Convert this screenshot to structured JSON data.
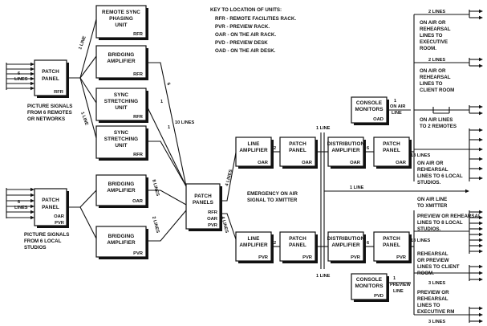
{
  "key": {
    "title": "KEY TO LOCATION OF UNITS:",
    "lines": [
      "RFR - REMOTE FACILITIES RACK.",
      "PVR - PREVIEW RACK.",
      "OAR - ON THE AIR RACK.",
      "PVD - PREVIEW DESK",
      "OAD - ON THE AIR DESK."
    ]
  },
  "units": {
    "patch_rfr": {
      "l1": "PATCH",
      "l2": "PANEL",
      "tag": "RFR"
    },
    "remote_sync": {
      "l1": "REMOTE SYNC",
      "l2": "PHASING",
      "l3": "UNIT",
      "tag": "RFR"
    },
    "bridging_rfr": {
      "l1": "BRIDGING",
      "l2": "AMPLIFIER",
      "tag": "RFR"
    },
    "sync_stretch_1": {
      "l1": "SYNC",
      "l2": "STRETCHING",
      "l3": "UNIT",
      "tag": "RFR"
    },
    "sync_stretch_2": {
      "l1": "SYNC",
      "l2": "STRETCHING",
      "l3": "UNIT",
      "tag": "RFR"
    },
    "patch_oar_pvr": {
      "l1": "PATCH",
      "l2": "PANEL",
      "tag1": "OAR",
      "tag2": "PVR"
    },
    "bridging_oar": {
      "l1": "BRIDGING",
      "l2": "AMPLIFIER",
      "tag": "OAR"
    },
    "bridging_pvr": {
      "l1": "BRIDGING",
      "l2": "AMPLIFIER",
      "tag": "PVR"
    },
    "patch_center": {
      "l1": "PATCH",
      "l2": "PANELS",
      "tag1": "RFR",
      "tag2": "OAR",
      "tag3": "PVR"
    },
    "line_amp_oar": {
      "l1": "LINE",
      "l2": "AMPLIFIER",
      "tag": "OAR"
    },
    "patch_oar_1": {
      "l1": "PATCH",
      "l2": "PANEL",
      "tag": "OAR"
    },
    "dist_amp_oar": {
      "l1": "DISTRIBUTION",
      "l2": "AMPLIFIER",
      "tag": "OAR"
    },
    "patch_oar_2": {
      "l1": "PATCH",
      "l2": "PANEL",
      "tag": "OAR"
    },
    "console_oad": {
      "l1": "CONSOLE",
      "l2": "MONITORS",
      "tag": "OAD"
    },
    "line_amp_pvr": {
      "l1": "LINE",
      "l2": "AMPLIFIER",
      "tag": "PVR"
    },
    "patch_pvr_1": {
      "l1": "PATCH",
      "l2": "PANEL",
      "tag": "PVR"
    },
    "dist_amp_pvr": {
      "l1": "DISTRIBUTION",
      "l2": "AMPLIFIER",
      "tag": "PVR"
    },
    "patch_pvr_2": {
      "l1": "PATCH",
      "l2": "PANEL",
      "tag": "PVR"
    },
    "console_pvd": {
      "l1": "CONSOLE",
      "l2": "MONITORS",
      "tag": "PVD"
    }
  },
  "labels": {
    "six_lines_top": {
      "l1": "6",
      "l2": "LINES"
    },
    "six_lines_bottom": {
      "l1": "6",
      "l2": "LINES"
    },
    "src_top": {
      "l1": "PICTURE SIGNALS",
      "l2": "FROM 6 REMOTES",
      "l3": "OR NETWORKS"
    },
    "src_bottom": {
      "l1": "PICTURE SIGNALS",
      "l2": "FROM 6 LOCAL",
      "l3": "STUDIOS"
    },
    "one_line_a": "1 LINE",
    "one_line_b": "1 LINE",
    "n6": "6",
    "n1": "1",
    "ten_lines": "10 LINES",
    "n1b": "1",
    "eight_lines": "8 LINES",
    "two_lines": "2 LINES",
    "four_lines_a": "4 LINES",
    "four_lines_b": "4 LINES",
    "n2a": "2",
    "n2b": "2",
    "n6a": "6",
    "n6b": "6",
    "one_line_top": "1 LINE",
    "one_line_bottom": "1 LINE",
    "emergency": {
      "l1": "EMERGENCY ON AIR",
      "l2": "SIGNAL TO XMITTER"
    },
    "one_line_mid": "1 LINE",
    "thirteen_a": "13 LINES",
    "thirteen_b": "13 LINES",
    "one_on_air": {
      "l1": "1",
      "l2": "ON AIR",
      "l3": "LINE"
    },
    "one_preview": {
      "l1": "1",
      "l2": "PREVIEW",
      "l3": "LINE"
    }
  },
  "outputs": {
    "exec_top": {
      "l0": "2 LINES",
      "l1": "ON AIR OR",
      "l2": "REHEARSAL",
      "l3": "LINES TO",
      "l4": "EXECUTIVE",
      "l5": "ROOM."
    },
    "client_top": {
      "l0": "2 LINES",
      "l1": "ON AIR OR",
      "l2": "REHEARSAL",
      "l3": "LINES TO",
      "l4": "CLIENT ROOM"
    },
    "remotes": {
      "l1": "ON AIR LINES",
      "l2": "TO 2 REMOTES"
    },
    "local6": {
      "l1": "ON AIR OR",
      "l2": "REHEARSAL",
      "l3": "LINES TO 6 LOCAL",
      "l4": "STUDIOS."
    },
    "xmitter": {
      "l1": "ON AIR LINE",
      "l2": "TO XMITTER"
    },
    "local8": {
      "l1": "PREVIEW OR REHEARSAL",
      "l2": "LINES TO 8 LOCAL",
      "l3": "STUDIOS."
    },
    "client_bottom": {
      "l1": "REHEARSAL",
      "l2": "OR PREVIEW",
      "l3": "LINES TO CLIENT",
      "l4": "ROOM.",
      "l5": "3 LINES"
    },
    "exec_bottom": {
      "l1": "PREVIEW OR",
      "l2": "REHEARSAL",
      "l3": "LINES TO",
      "l4": "EXECUTIVE RM",
      "l5": "3 LINES"
    }
  }
}
